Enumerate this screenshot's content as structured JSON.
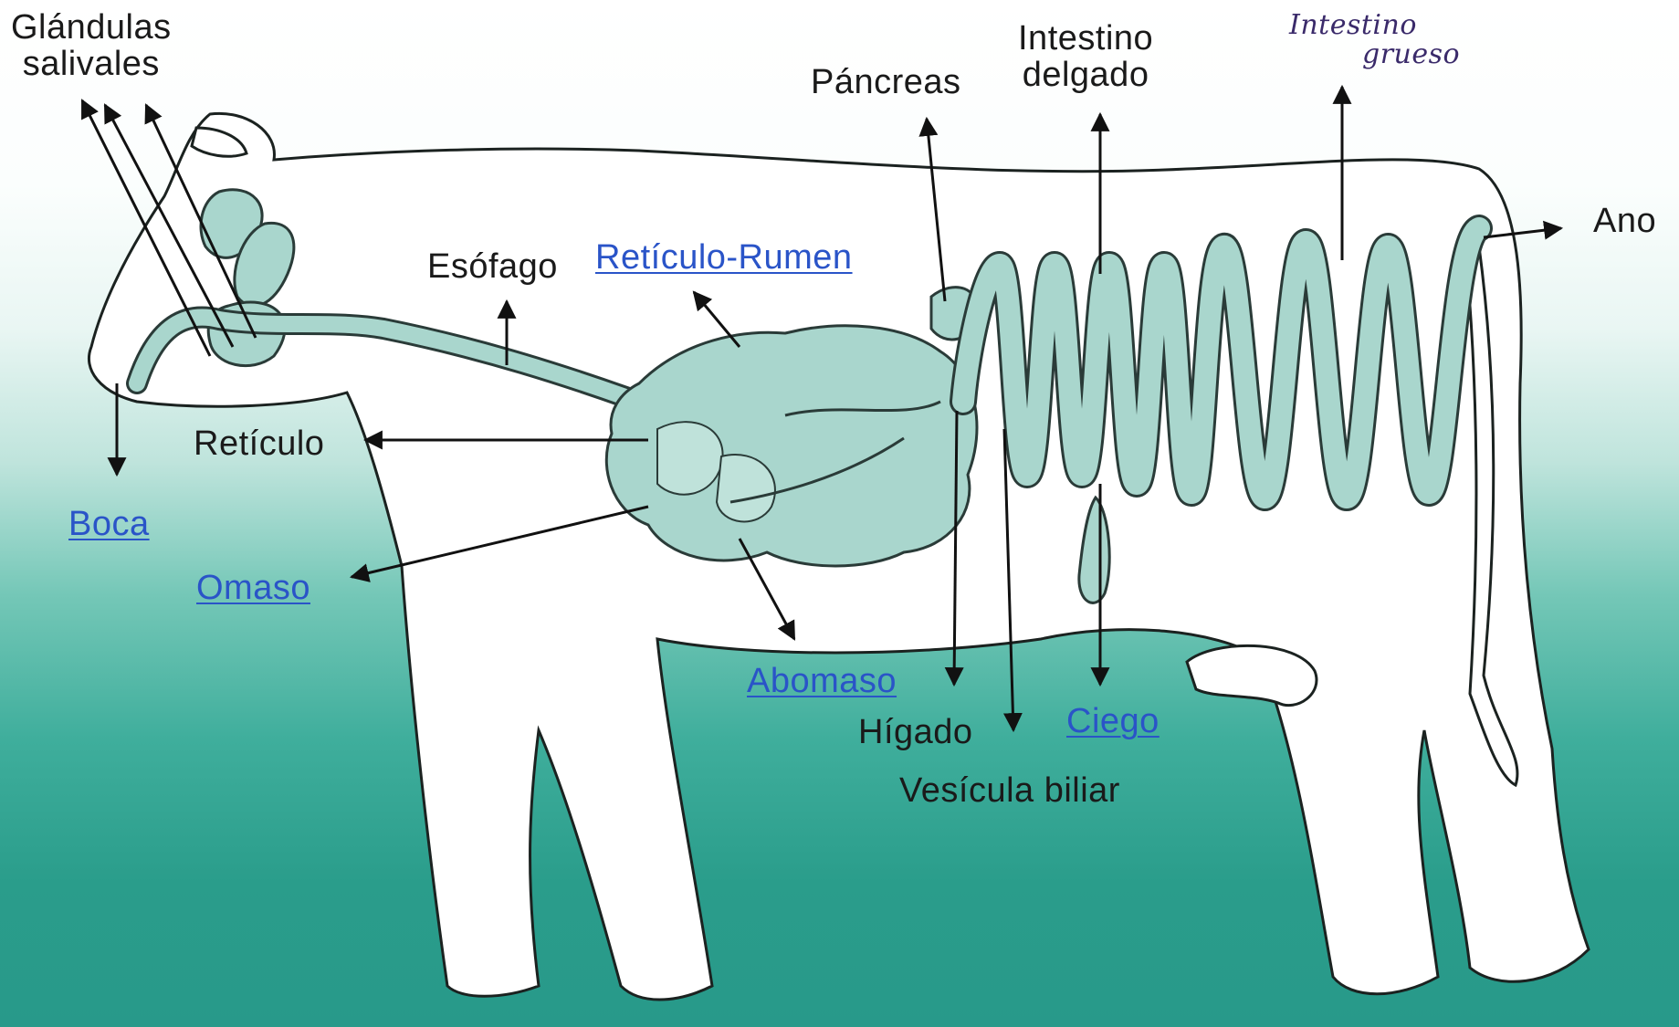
{
  "labels": {
    "glandulas_salivales": [
      "Glándulas",
      "salivales"
    ],
    "pancreas": "Páncreas",
    "intestino_delgado": [
      "Intestino",
      "delgado"
    ],
    "intestino_grueso": [
      "Intestino",
      "grueso"
    ],
    "ano": "Ano",
    "esofago": "Esófago",
    "reticulo_rumen": "Retículo-Rumen",
    "reticulo": "Retículo",
    "boca": "Boca",
    "omaso": "Omaso",
    "abomaso": "Abomaso",
    "higado": "Hígado",
    "ciego": "Ciego",
    "vesicula_biliar": "Vesícula biliar"
  },
  "colors": {
    "organ_fill": "#a9d6cd",
    "organ_stroke": "#2a3b38",
    "body_fill": "#ffffff",
    "link_text": "#2a54c8",
    "plain_text": "#1a1a1a",
    "handwritten_text": "#3a2a6a"
  }
}
